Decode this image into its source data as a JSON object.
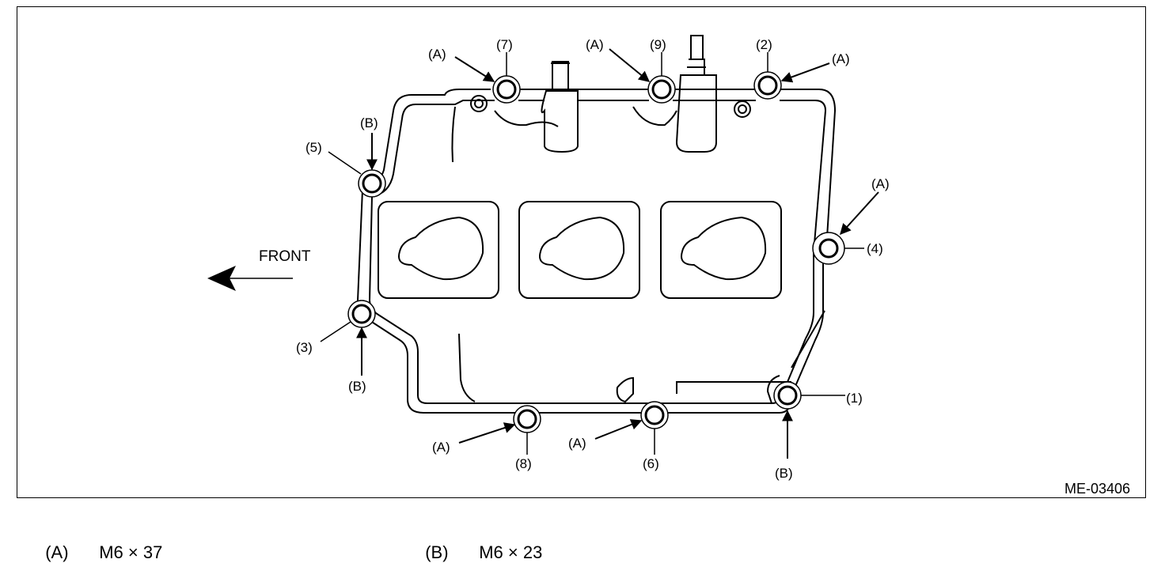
{
  "figure_id": "ME-03406",
  "front_label": "FRONT",
  "bolts": [
    {
      "num": "(1)",
      "type": "(B)"
    },
    {
      "num": "(2)",
      "type": "(A)"
    },
    {
      "num": "(3)",
      "type": "(B)"
    },
    {
      "num": "(4)",
      "type": "(A)"
    },
    {
      "num": "(5)",
      "type": "(B)"
    },
    {
      "num": "(6)",
      "type": "(A)"
    },
    {
      "num": "(7)",
      "type": "(A)"
    },
    {
      "num": "(8)",
      "type": "(A)"
    },
    {
      "num": "(9)",
      "type": "(A)"
    }
  ],
  "legend": [
    {
      "key": "(A)",
      "value": "M6 × 37"
    },
    {
      "key": "(B)",
      "value": "M6 × 23"
    }
  ]
}
